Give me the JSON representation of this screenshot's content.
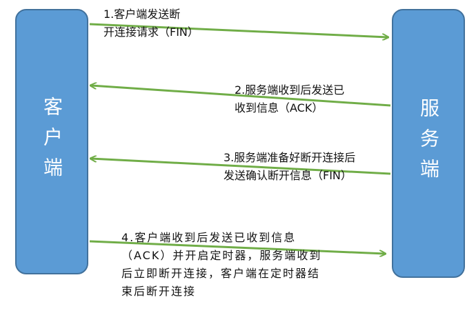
{
  "nodes": {
    "client": "客户端",
    "server": "服务端"
  },
  "messages": [
    {
      "id": 1,
      "text": "1.客户端发送断\n开连接请求（FIN）",
      "direction": "client-to-server"
    },
    {
      "id": 2,
      "text": "2.服务端收到后发送已\n收到信息（ACK）",
      "direction": "server-to-client"
    },
    {
      "id": 3,
      "text": "3.服务端准备好断开连接后\n发送确认断开信息（FIN）",
      "direction": "server-to-client"
    },
    {
      "id": 4,
      "text": "4.客户端收到后发送已收到信息\n（ACK）并开启定时器，服务端收到\n后立即断开连接，客户端在定时器结\n束后断开连接",
      "direction": "client-to-server"
    }
  ],
  "colors": {
    "node_fill": "#5b9bd5",
    "node_border": "#41719c",
    "arrow": "#70ad47",
    "node_text": "#ffffff"
  }
}
